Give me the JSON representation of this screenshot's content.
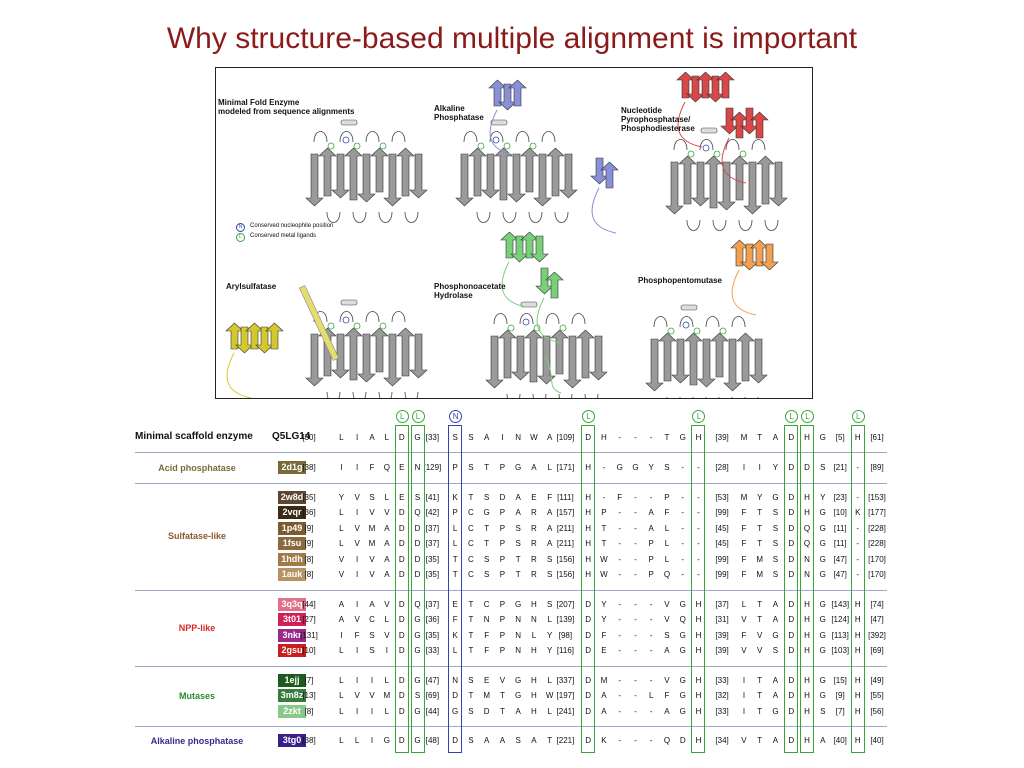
{
  "title": "Why structure-based multiple alignment is important",
  "figure": {
    "panels": [
      {
        "label": "Minimal Fold Enzyme\nmodeled from sequence alignments"
      },
      {
        "label": "Alkaline\nPhosphatase"
      },
      {
        "label": "Nucleotide\nPyrophosphatase/\nPhosphodiesterase"
      },
      {
        "label": "Arylsulfatase"
      },
      {
        "label": "Phosphonoacetate\nHydrolase"
      },
      {
        "label": "Phosphopentomutase"
      }
    ],
    "legend": {
      "N": "Conserved nucleophile position",
      "L": "Conserved metal ligands"
    }
  },
  "alignment": {
    "markers": [
      {
        "letter": "L",
        "color": "#3aa63a"
      },
      {
        "letter": "L",
        "color": "#3aa63a"
      },
      {
        "letter": "N",
        "color": "#3344aa"
      },
      {
        "letter": "L",
        "color": "#3aa63a"
      },
      {
        "letter": "L",
        "color": "#3aa63a"
      },
      {
        "letter": "L",
        "color": "#3aa63a"
      },
      {
        "letter": "L",
        "color": "#3aa63a"
      },
      {
        "letter": "L",
        "color": "#3aa63a"
      }
    ],
    "header": {
      "name": "Minimal scaffold enzyme",
      "id": "Q5LG14",
      "cells": [
        "[30]",
        "L",
        "I",
        "A",
        "L",
        "D",
        "G",
        "[33]",
        "S",
        "S",
        "A",
        "I",
        "N",
        "W",
        "A",
        "[109]",
        "D",
        "H",
        "-",
        "-",
        "-",
        "T",
        "G",
        "H",
        "[39]",
        "M",
        "T",
        "A",
        "D",
        "H",
        "G",
        "[5]",
        "H",
        "[61]"
      ]
    },
    "groups": [
      {
        "name": "Acid phosphatase",
        "color": "#7a6a3a",
        "rows": [
          {
            "id": "2d1g",
            "bg": "#7a6a3a",
            "cells": [
              "[38]",
              "I",
              "I",
              "F",
              "Q",
              "E",
              "N",
              "[129]",
              "P",
              "S",
              "T",
              "P",
              "G",
              "A",
              "L",
              "[171]",
              "H",
              "-",
              "G",
              "G",
              "Y",
              "S",
              "-",
              "-",
              "[28]",
              "I",
              "I",
              "Y",
              "D",
              "D",
              "S",
              "[21]",
              "-",
              "[89]"
            ]
          }
        ]
      },
      {
        "name": "Sulfatase-like",
        "color": "#8a5a2a",
        "rows": [
          {
            "id": "2w8d",
            "bg": "#5e4630",
            "cells": [
              "[35]",
              "Y",
              "V",
              "S",
              "L",
              "E",
              "S",
              "[41]",
              "K",
              "T",
              "S",
              "D",
              "A",
              "E",
              "F",
              "[111]",
              "H",
              "-",
              "F",
              "-",
              "-",
              "P",
              "-",
              "-",
              "[53]",
              "M",
              "Y",
              "G",
              "D",
              "H",
              "Y",
              "[23]",
              "-",
              "[153]"
            ]
          },
          {
            "id": "2vqr",
            "bg": "#3a2a18",
            "cells": [
              "[36]",
              "L",
              "I",
              "V",
              "V",
              "D",
              "Q",
              "[42]",
              "P",
              "C",
              "G",
              "P",
              "A",
              "R",
              "A",
              "[157]",
              "H",
              "P",
              "-",
              "-",
              "A",
              "F",
              "-",
              "-",
              "[99]",
              "F",
              "T",
              "S",
              "D",
              "H",
              "G",
              "[10]",
              "K",
              "[177]"
            ]
          },
          {
            "id": "1p49",
            "bg": "#7a5a2e",
            "cells": [
              "[9]",
              "L",
              "V",
              "M",
              "A",
              "D",
              "D",
              "[37]",
              "L",
              "C",
              "T",
              "P",
              "S",
              "R",
              "A",
              "[211]",
              "H",
              "T",
              "-",
              "-",
              "A",
              "L",
              "-",
              "-",
              "[45]",
              "F",
              "T",
              "S",
              "D",
              "Q",
              "G",
              "[11]",
              "-",
              "[228]"
            ]
          },
          {
            "id": "1fsu",
            "bg": "#8a6a3e",
            "cells": [
              "[9]",
              "L",
              "V",
              "M",
              "A",
              "D",
              "D",
              "[37]",
              "L",
              "C",
              "T",
              "P",
              "S",
              "R",
              "A",
              "[211]",
              "H",
              "T",
              "-",
              "-",
              "P",
              "L",
              "-",
              "-",
              "[45]",
              "F",
              "T",
              "S",
              "D",
              "Q",
              "G",
              "[11]",
              "-",
              "[228]"
            ]
          },
          {
            "id": "1hdh",
            "bg": "#a27a48",
            "cells": [
              "[8]",
              "V",
              "I",
              "V",
              "A",
              "D",
              "D",
              "[35]",
              "T",
              "C",
              "S",
              "P",
              "T",
              "R",
              "S",
              "[156]",
              "H",
              "W",
              "-",
              "-",
              "P",
              "L",
              "-",
              "-",
              "[99]",
              "F",
              "M",
              "S",
              "D",
              "N",
              "G",
              "[47]",
              "-",
              "[170]"
            ]
          },
          {
            "id": "1auk",
            "bg": "#b89262",
            "cells": [
              "[8]",
              "V",
              "I",
              "V",
              "A",
              "D",
              "D",
              "[35]",
              "T",
              "C",
              "S",
              "P",
              "T",
              "R",
              "S",
              "[156]",
              "H",
              "W",
              "-",
              "-",
              "P",
              "Q",
              "-",
              "-",
              "[99]",
              "F",
              "M",
              "S",
              "D",
              "N",
              "G",
              "[47]",
              "-",
              "[170]"
            ]
          }
        ]
      },
      {
        "name": "NPP-like",
        "color": "#d42a2a",
        "rows": [
          {
            "id": "3q3q",
            "bg": "#e0708a",
            "cells": [
              "[44]",
              "A",
              "I",
              "A",
              "V",
              "D",
              "Q",
              "[37]",
              "E",
              "T",
              "C",
              "P",
              "G",
              "H",
              "S",
              "[207]",
              "D",
              "Y",
              "-",
              "-",
              "-",
              "V",
              "G",
              "H",
              "[37]",
              "L",
              "T",
              "A",
              "D",
              "H",
              "G",
              "[143]",
              "H",
              "[74]"
            ]
          },
          {
            "id": "3t01",
            "bg": "#d0205a",
            "cells": [
              "[27]",
              "A",
              "V",
              "C",
              "L",
              "D",
              "G",
              "[36]",
              "F",
              "T",
              "N",
              "P",
              "N",
              "N",
              "L",
              "[139]",
              "D",
              "Y",
              "-",
              "-",
              "-",
              "V",
              "Q",
              "H",
              "[31]",
              "V",
              "T",
              "A",
              "D",
              "H",
              "G",
              "[124]",
              "H",
              "[47]"
            ]
          },
          {
            "id": "3nkr",
            "bg": "#9a2a8a",
            "cells": [
              "[131]",
              "I",
              "F",
              "S",
              "V",
              "D",
              "G",
              "[35]",
              "K",
              "T",
              "F",
              "P",
              "N",
              "L",
              "Y",
              "[98]",
              "D",
              "F",
              "-",
              "-",
              "-",
              "S",
              "G",
              "H",
              "[39]",
              "F",
              "V",
              "G",
              "D",
              "H",
              "G",
              "[113]",
              "H",
              "[392]"
            ]
          },
          {
            "id": "2gsu",
            "bg": "#c81e1e",
            "cells": [
              "[10]",
              "L",
              "I",
              "S",
              "I",
              "D",
              "G",
              "[33]",
              "L",
              "T",
              "F",
              "P",
              "N",
              "H",
              "Y",
              "[116]",
              "D",
              "E",
              "-",
              "-",
              "-",
              "A",
              "G",
              "H",
              "[39]",
              "V",
              "V",
              "S",
              "D",
              "H",
              "G",
              "[103]",
              "H",
              "[69]"
            ]
          }
        ]
      },
      {
        "name": "Mutases",
        "color": "#2a8a2a",
        "rows": [
          {
            "id": "1ejj",
            "bg": "#1e5a1e",
            "cells": [
              "[7]",
              "L",
              "I",
              "I",
              "L",
              "D",
              "G",
              "[47]",
              "N",
              "S",
              "E",
              "V",
              "G",
              "H",
              "L",
              "[337]",
              "D",
              "M",
              "-",
              "-",
              "-",
              "V",
              "G",
              "H",
              "[33]",
              "I",
              "T",
              "A",
              "D",
              "H",
              "G",
              "[15]",
              "H",
              "[49]"
            ]
          },
          {
            "id": "3m8z",
            "bg": "#3a7a3a",
            "cells": [
              "[13]",
              "L",
              "V",
              "V",
              "M",
              "D",
              "S",
              "[69]",
              "D",
              "T",
              "M",
              "T",
              "G",
              "H",
              "W",
              "[197]",
              "D",
              "A",
              "-",
              "-",
              "L",
              "F",
              "G",
              "H",
              "[32]",
              "I",
              "T",
              "A",
              "D",
              "H",
              "G",
              "[9]",
              "H",
              "[55]"
            ]
          },
          {
            "id": "2zkt",
            "bg": "#8ac88a",
            "cells": [
              "[8]",
              "L",
              "I",
              "I",
              "L",
              "D",
              "G",
              "[44]",
              "G",
              "S",
              "D",
              "T",
              "A",
              "H",
              "L",
              "[241]",
              "D",
              "A",
              "-",
              "-",
              "-",
              "A",
              "G",
              "H",
              "[33]",
              "I",
              "T",
              "G",
              "D",
              "H",
              "S",
              "[7]",
              "H",
              "[56]"
            ]
          }
        ]
      },
      {
        "name": "Alkaline phosphatase",
        "color": "#3a2a8a",
        "rows": [
          {
            "id": "3tg0",
            "bg": "#3a1e8a",
            "cells": [
              "[38]",
              "L",
              "L",
              "I",
              "G",
              "D",
              "G",
              "[48]",
              "D",
              "S",
              "A",
              "A",
              "S",
              "A",
              "T",
              "[221]",
              "D",
              "K",
              "-",
              "-",
              "-",
              "Q",
              "D",
              "H",
              "[34]",
              "V",
              "T",
              "A",
              "D",
              "H",
              "A",
              "[40]",
              "H",
              "[40]"
            ]
          }
        ]
      }
    ]
  }
}
